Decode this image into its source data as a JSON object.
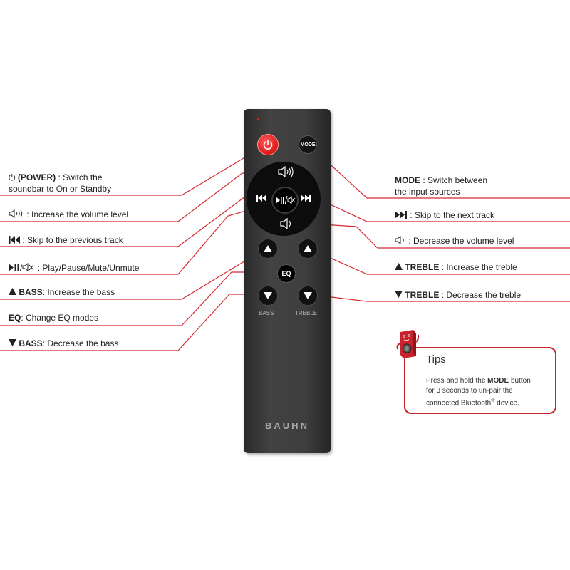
{
  "remote": {
    "brand": "BAUHN",
    "mode_button": "MODE",
    "eq_button": "EQ",
    "bass_label": "BASS",
    "treble_label": "TREBLE"
  },
  "labels": {
    "power": {
      "icon": "⏻",
      "bold": "(POWER)",
      "text": " : Switch the",
      "line2": "soundbar to On or Standby"
    },
    "vol_up": {
      "text": " : Increase the volume level"
    },
    "prev": {
      "text": " : Skip to the previous track"
    },
    "play": {
      "sep": "/",
      "text": " : Play/Pause/Mute/Unmute"
    },
    "bass_up": {
      "bold": "BASS",
      "text": ": Increase the bass"
    },
    "eq": {
      "bold": "EQ",
      "text": ": Change EQ modes"
    },
    "bass_down": {
      "bold": "BASS",
      "text": ": Decrease the bass"
    },
    "mode": {
      "bold": "MODE",
      "text": " : Switch between",
      "line2": "the input sources"
    },
    "next": {
      "text": " : Skip to the next track"
    },
    "vol_down": {
      "text": " : Decrease the volume level"
    },
    "treble_up": {
      "bold": "TREBLE",
      "text": " : Increase the treble"
    },
    "treble_down": {
      "bold": "TREBLE",
      "text": " : Decrease the treble"
    }
  },
  "tips": {
    "title": "Tips",
    "line1_pre": "Press and hold the ",
    "line1_bold": "MODE",
    "line1_post": " button",
    "line2": "for 3 seconds to un-pair the",
    "line3_pre": "connected Bluetooth",
    "line3_sup": "®",
    "line3_post": " device."
  },
  "colors": {
    "line": "#d42a30",
    "power_button": "#e01818",
    "remote_body": "#3a3a3a"
  }
}
